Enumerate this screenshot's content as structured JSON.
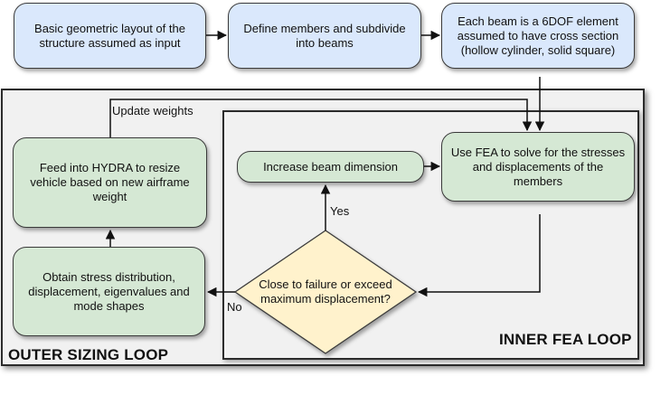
{
  "loops": {
    "outer_label": "OUTER SIZING LOOP",
    "inner_label": "INNER FEA LOOP"
  },
  "nodes": {
    "geometry": "Basic geometric layout of the structure assumed as input",
    "members": "Define members and subdivide into beams",
    "beam_element": "Each beam is a 6DOF element assumed to have cross section (hollow cylinder, solid square)",
    "fea_solve": "Use FEA to solve for the stresses and displacements of the members",
    "increase_beam": "Increase beam dimension",
    "failure_check": "Close to failure or exceed maximum displacement?",
    "obtain_stress": "Obtain stress distribution, displacement, eigenvalues and mode shapes",
    "hydra_resize": "Feed into HYDRA to resize vehicle based on new airframe weight"
  },
  "edge_labels": {
    "update_weights": "Update weights",
    "yes": "Yes",
    "no": "No"
  },
  "colors": {
    "input_fill": "#dae8fc",
    "process_fill": "#d5e8d4",
    "decision_fill": "#fff2cc",
    "loop_fill": "#f1f1f1",
    "stroke": "#2b2b2b"
  }
}
